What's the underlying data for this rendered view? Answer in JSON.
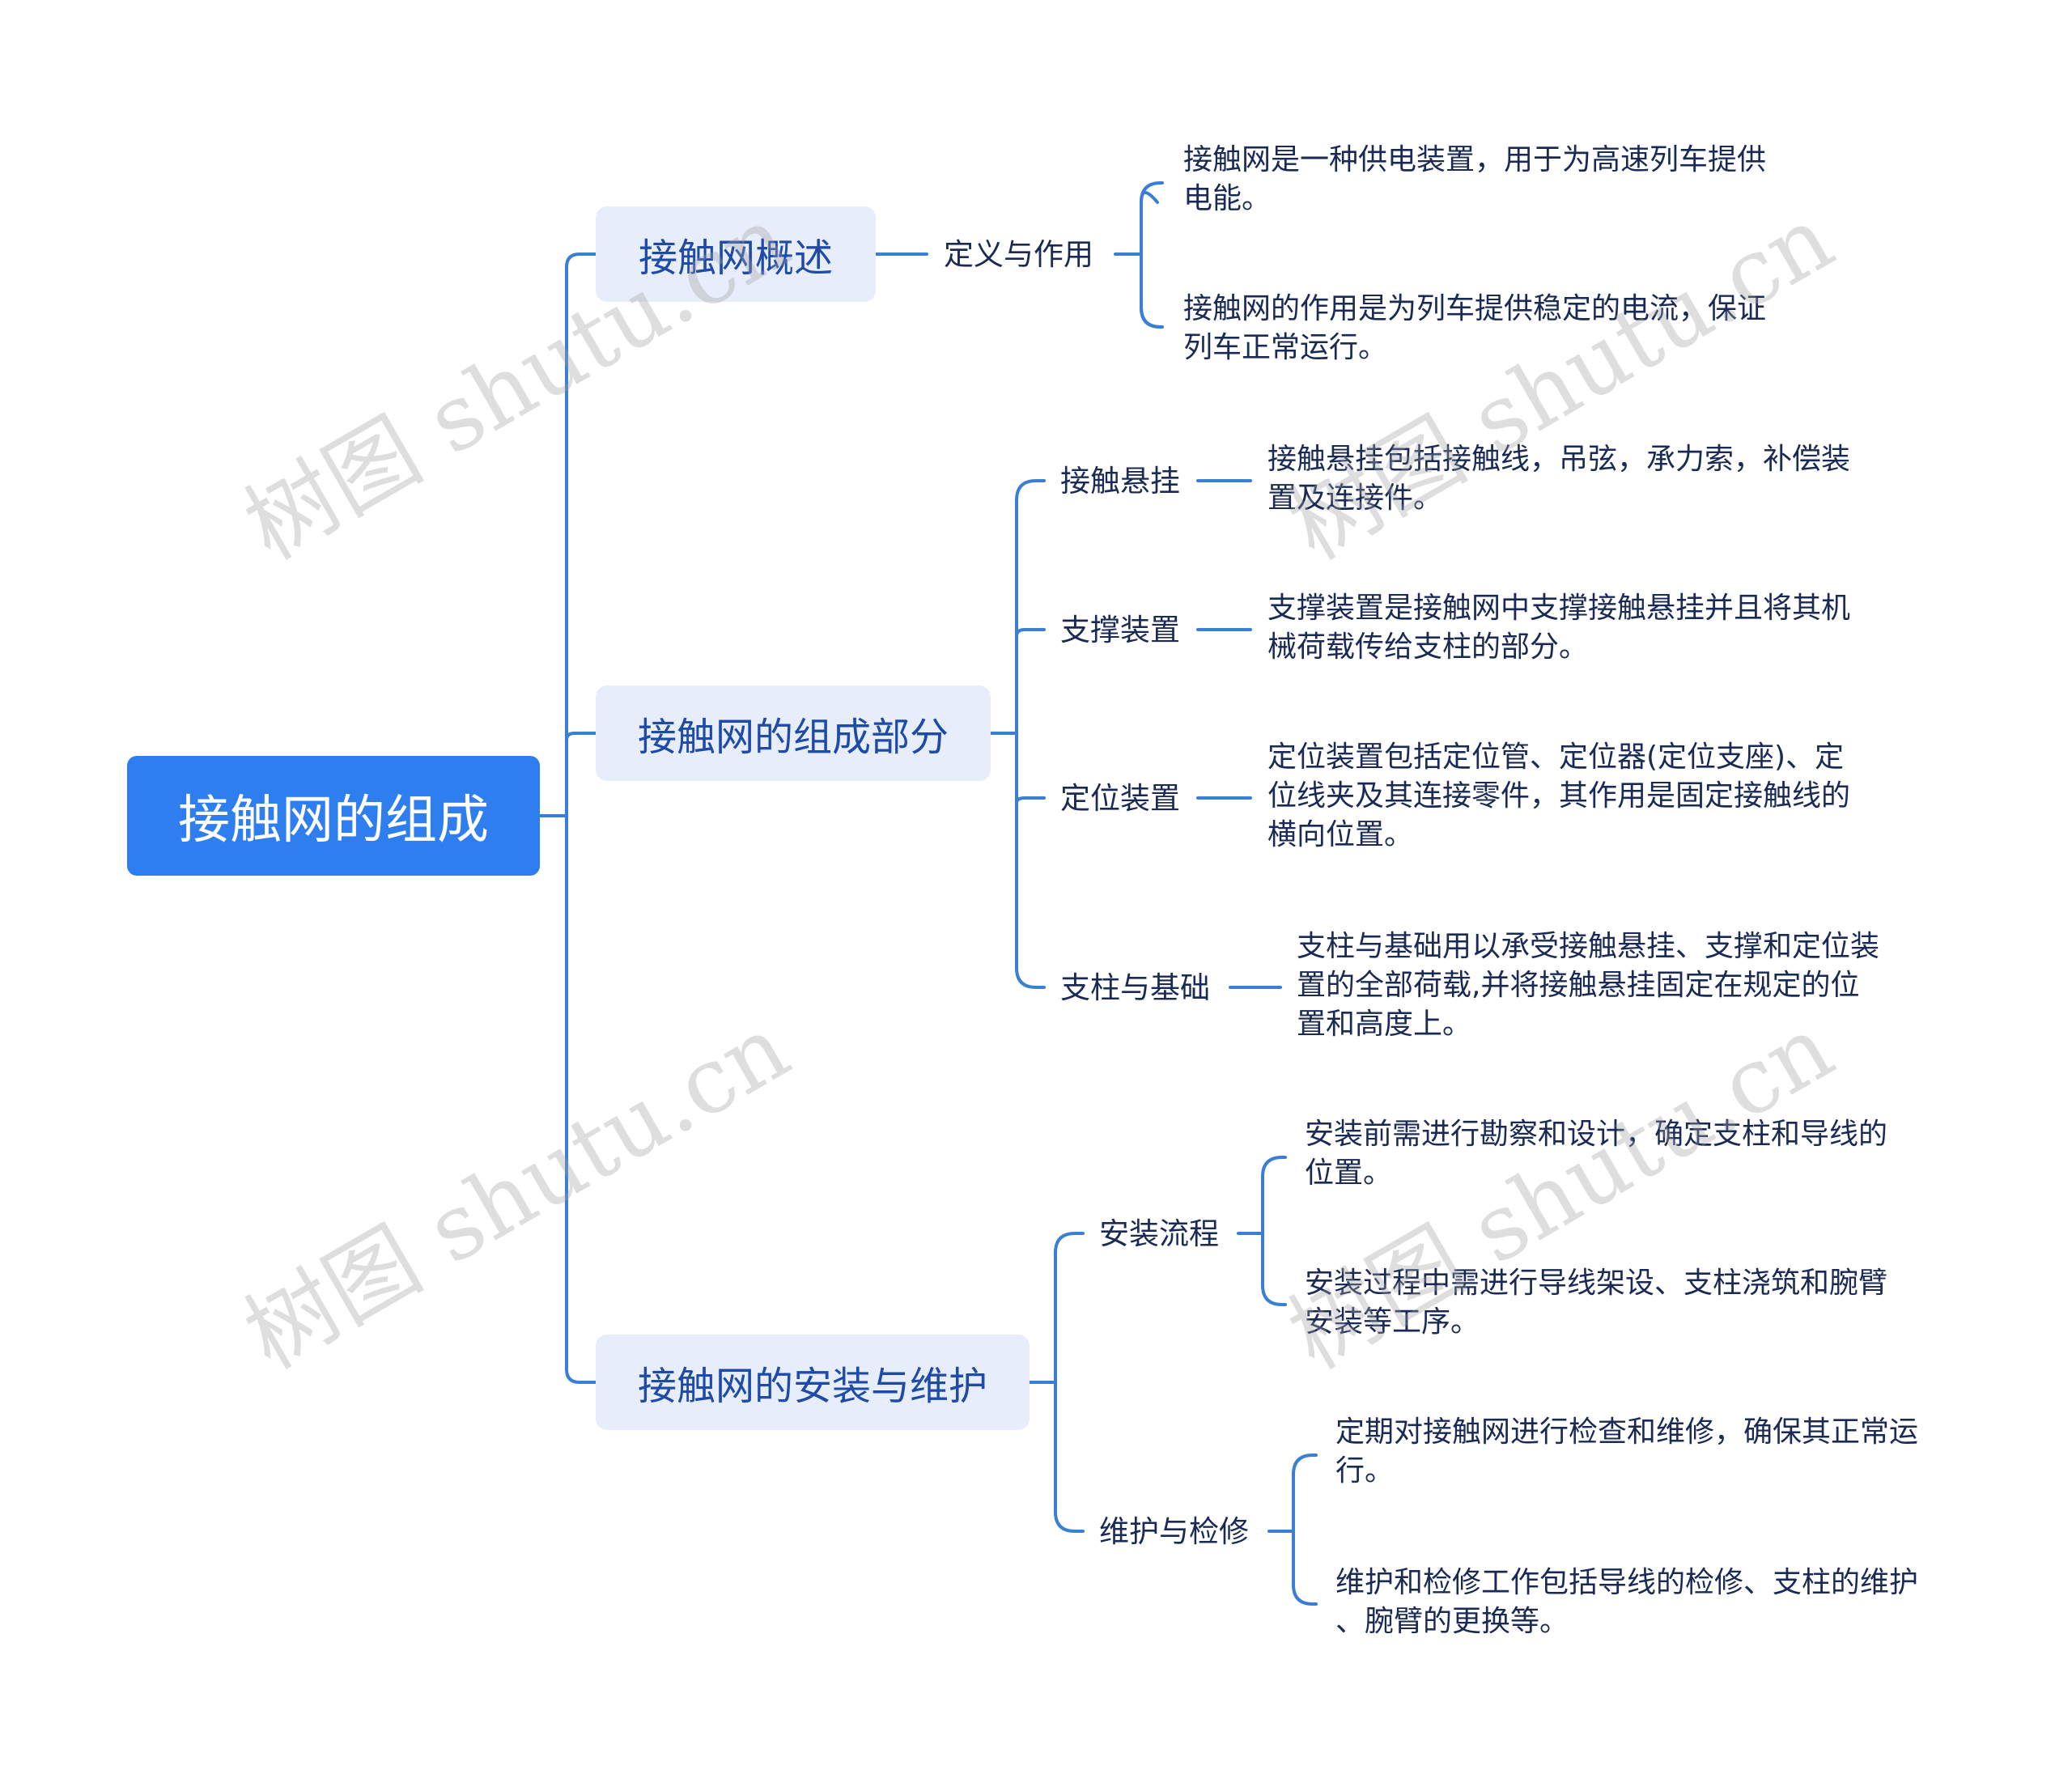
{
  "root": {
    "label": "接触网的组成"
  },
  "branches": [
    {
      "label": "接触网概述",
      "children": [
        {
          "label": "定义与作用",
          "leaves": [
            "接触网是一种供电装置，用于为高速列车提供\n电能。",
            "接触网的作用是为列车提供稳定的电流，保证\n列车正常运行。"
          ]
        }
      ]
    },
    {
      "label": "接触网的组成部分",
      "children": [
        {
          "label": "接触悬挂",
          "leaves": [
            "接触悬挂包括接触线，吊弦，承力索，补偿装\n置及连接件。"
          ]
        },
        {
          "label": "支撑装置",
          "leaves": [
            "支撑装置是接触网中支撑接触悬挂并且将其机\n械荷载传给支柱的部分。"
          ]
        },
        {
          "label": "定位装置",
          "leaves": [
            "定位装置包括定位管、定位器(定位支座)、定\n位线夹及其连接零件，其作用是固定接触线的\n横向位置。"
          ]
        },
        {
          "label": "支柱与基础",
          "leaves": [
            "支柱与基础用以承受接触悬挂、支撑和定位装\n置的全部荷载,并将接触悬挂固定在规定的位\n置和高度上。"
          ]
        }
      ]
    },
    {
      "label": "接触网的安装与维护",
      "children": [
        {
          "label": "安装流程",
          "leaves": [
            "安装前需进行勘察和设计，确定支柱和导线的\n位置。",
            "安装过程中需进行导线架设、支柱浇筑和腕臂\n安装等工序。"
          ]
        },
        {
          "label": "维护与检修",
          "leaves": [
            "定期对接触网进行检查和维修，确保其正常运\n行。",
            "维护和检修工作包括导线的检修、支柱的维护\n、腕臂的更换等。"
          ]
        }
      ]
    }
  ],
  "watermark": "树图 shutu.cn",
  "colors": {
    "line": "#3b7fd4",
    "root_bg": "#2f7ef0",
    "branch_bg": "#e8edfb",
    "branch_text": "#1e4ba8",
    "text": "#1a2a55"
  }
}
